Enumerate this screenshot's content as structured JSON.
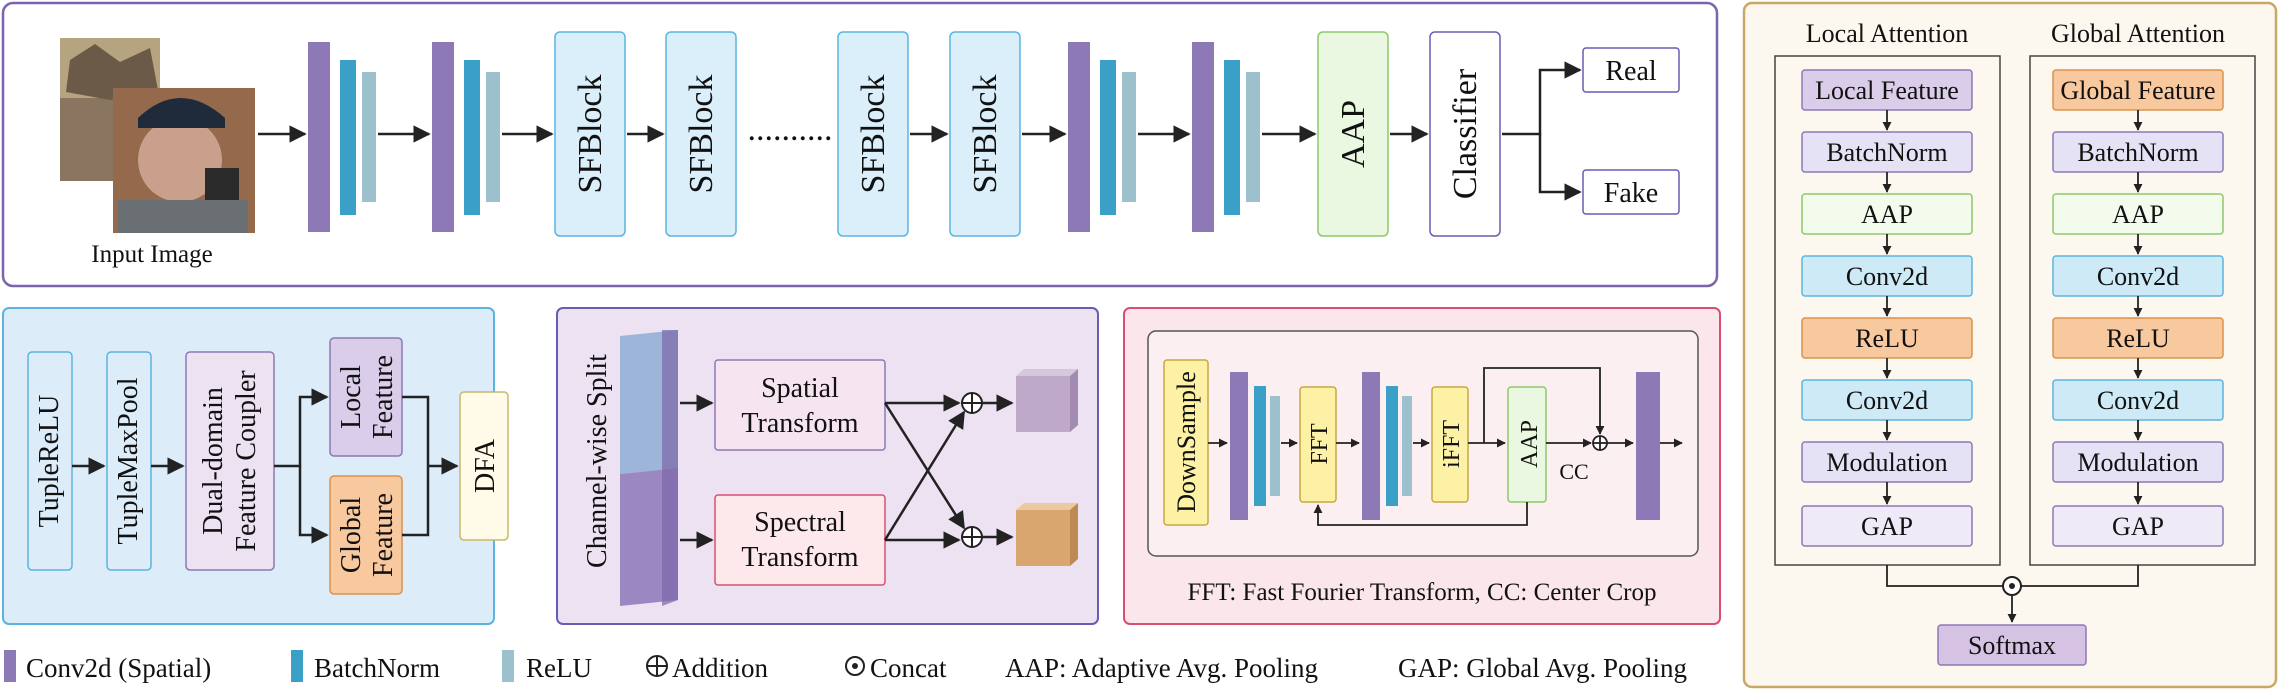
{
  "colors": {
    "conv_purple": "#8c79b5",
    "conv_dark": "#5e4a8f",
    "batchnorm_blue": "#3aa0c8",
    "relu_gray": "#9cc0cc",
    "sfblock_fill": "#dbeffa",
    "sfblock_border": "#5bb4df",
    "aap_fill": "#eaf7e1",
    "aap_border": "#8dc86a",
    "classifier_border": "#6a5bb5",
    "top_panel_border": "#7a64ad",
    "panel_blue_bg": "#dcecf9",
    "panel_purple_bg": "#ece2f2",
    "panel_pink_bg": "#fbe6ec",
    "panel_right_bg": "#fdf8ef",
    "panel_right_border": "#c9a865",
    "local_feature_fill": "#d9cdea",
    "global_feature_fill": "#f8c89e",
    "fft_fill": "#fdf1a6",
    "softmax_fill": "#d6c3e4"
  },
  "top": {
    "input_label": "Input Image",
    "sfblocks": [
      "SFBlock",
      "SFBlock",
      "SFBlock",
      "SFBlock"
    ],
    "dots": "..........",
    "aap": "AAP",
    "classifier": "Classifier",
    "outputs": [
      "Real",
      "Fake"
    ]
  },
  "sfblock_detail": {
    "tuple_relu": "TupleReLU",
    "tuple_maxpool": "TupleMaxPool",
    "coupler_line1": "Dual-domain",
    "coupler_line2": "Feature Coupler",
    "local_line1": "Local",
    "local_line2": "Feature",
    "global_line1": "Global",
    "global_line2": "Feature",
    "dfa": "DFA"
  },
  "split": {
    "label": "Channel-wise Split",
    "spatial_line1": "Spatial",
    "spatial_line2": "Transform",
    "spectral_line1": "Spectral",
    "spectral_line2": "Transform"
  },
  "spectral": {
    "downsample": "DownSample",
    "fft": "FFT",
    "ifft": "iFFT",
    "aap": "AAP",
    "cc": "CC",
    "caption": "FFT: Fast Fourier Transform, CC: Center Crop"
  },
  "attention": {
    "local_title": "Local Attention",
    "global_title": "Global Attention",
    "local_steps": [
      "Local Feature",
      "BatchNorm",
      "AAP",
      "Conv2d",
      "ReLU",
      "Conv2d",
      "Modulation",
      "GAP"
    ],
    "global_steps": [
      "Global Feature",
      "BatchNorm",
      "AAP",
      "Conv2d",
      "ReLU",
      "Conv2d",
      "Modulation",
      "GAP"
    ],
    "softmax": "Softmax"
  },
  "legend": {
    "conv": "Conv2d (Spatial)",
    "batchnorm": "BatchNorm",
    "relu": "ReLU",
    "addition": "Addition",
    "concat": "Concat",
    "aap_def": "AAP: Adaptive Avg. Pooling",
    "gap_def": "GAP: Global Avg. Pooling"
  }
}
